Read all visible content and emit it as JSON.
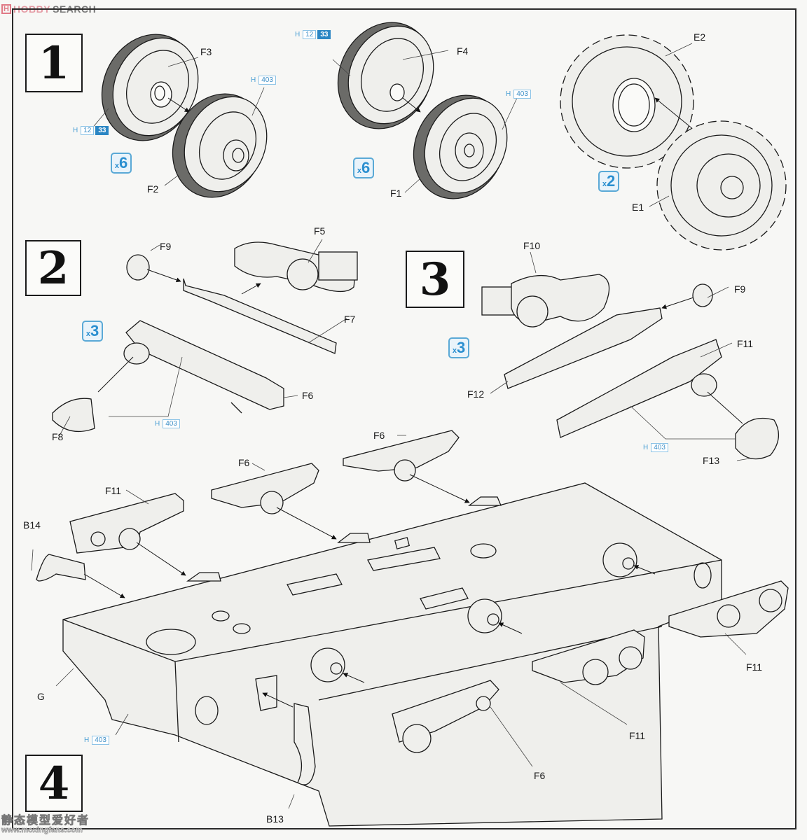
{
  "watermarks": {
    "top": {
      "logo": "H",
      "brand": "HOBBY",
      "name": "SEARCH"
    },
    "bottom": {
      "chinese": "静态模型爱好者",
      "url": "www.moxingfans.com"
    }
  },
  "steps": [
    {
      "number": "1",
      "quantity": {
        "prefix": "x",
        "count": "6"
      }
    },
    {
      "number": "2",
      "quantity": {
        "prefix": "x",
        "count": "3"
      }
    },
    {
      "number": "3",
      "quantity": {
        "prefix": "x",
        "count": "3"
      }
    },
    {
      "number": "4"
    }
  ],
  "step1": {
    "pair_a": {
      "outer": "F3",
      "inner": "F2",
      "qty": {
        "prefix": "x",
        "count": "6"
      }
    },
    "pair_b": {
      "outer": "F4",
      "inner": "F1",
      "qty": {
        "prefix": "x",
        "count": "6"
      }
    },
    "sprocket": {
      "outer": "E2",
      "inner": "E1",
      "qty": {
        "prefix": "x",
        "count": "2"
      }
    }
  },
  "step2": {
    "labels": [
      "F9",
      "F5",
      "F7",
      "F6",
      "F8"
    ]
  },
  "step3": {
    "labels": [
      "F10",
      "F9",
      "F11",
      "F12",
      "F13"
    ]
  },
  "step4": {
    "labels": [
      "F6",
      "F6",
      "F11",
      "B14",
      "G",
      "B13",
      "F11",
      "F11",
      "F6"
    ]
  },
  "paint_refs": [
    {
      "prefix": "H",
      "codes": [
        "12",
        "33"
      ],
      "highlight": [
        false,
        true
      ]
    },
    {
      "prefix": "H",
      "codes": [
        "403"
      ],
      "highlight": [
        false
      ]
    }
  ],
  "colors": {
    "line": "#1a1a1a",
    "part_fill": "#efefec",
    "tire": "#6b6b68",
    "paint_blue": "#2b86c4",
    "badge_blue": "#2b8fd0"
  }
}
